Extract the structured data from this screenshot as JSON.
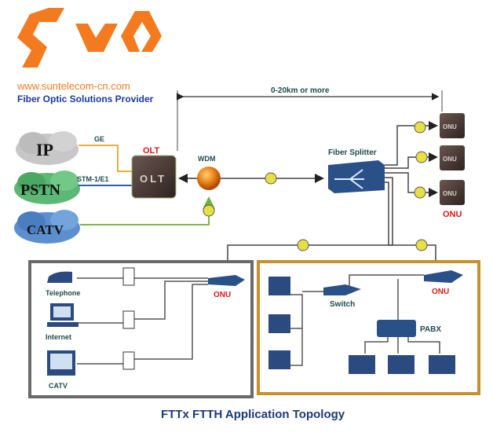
{
  "brand": {
    "logo_text": "SUN",
    "website": "www.suntelecom-cn.com",
    "tagline": "Fiber Optic Solutions Provider",
    "colors": {
      "orange": "#f47a20",
      "blue": "#1a3a9a"
    }
  },
  "diagram": {
    "title": "FTTx FTTH Application Topology",
    "distance_label": "0-20km or more",
    "clouds": [
      {
        "label": "IP",
        "color": "#b8b8b8"
      },
      {
        "label": "PSTN",
        "color": "#5cb874"
      },
      {
        "label": "CATV",
        "color": "#5b8fd0"
      }
    ],
    "links": {
      "ge": "GE",
      "stm": "STM-1/E1"
    },
    "olt": {
      "label": "OLT",
      "device_text": "OLT"
    },
    "wdm": {
      "label": "WDM"
    },
    "splitter": {
      "label": "Fiber Splitter"
    },
    "onu_label": "ONU",
    "onu_device_text": "ONU",
    "left_box": {
      "devices": [
        "Telephone",
        "Internet",
        "CATV"
      ],
      "onu_label": "ONU"
    },
    "right_box": {
      "switch_label": "Switch",
      "pabx_label": "PABX",
      "onu_label": "ONU"
    }
  }
}
